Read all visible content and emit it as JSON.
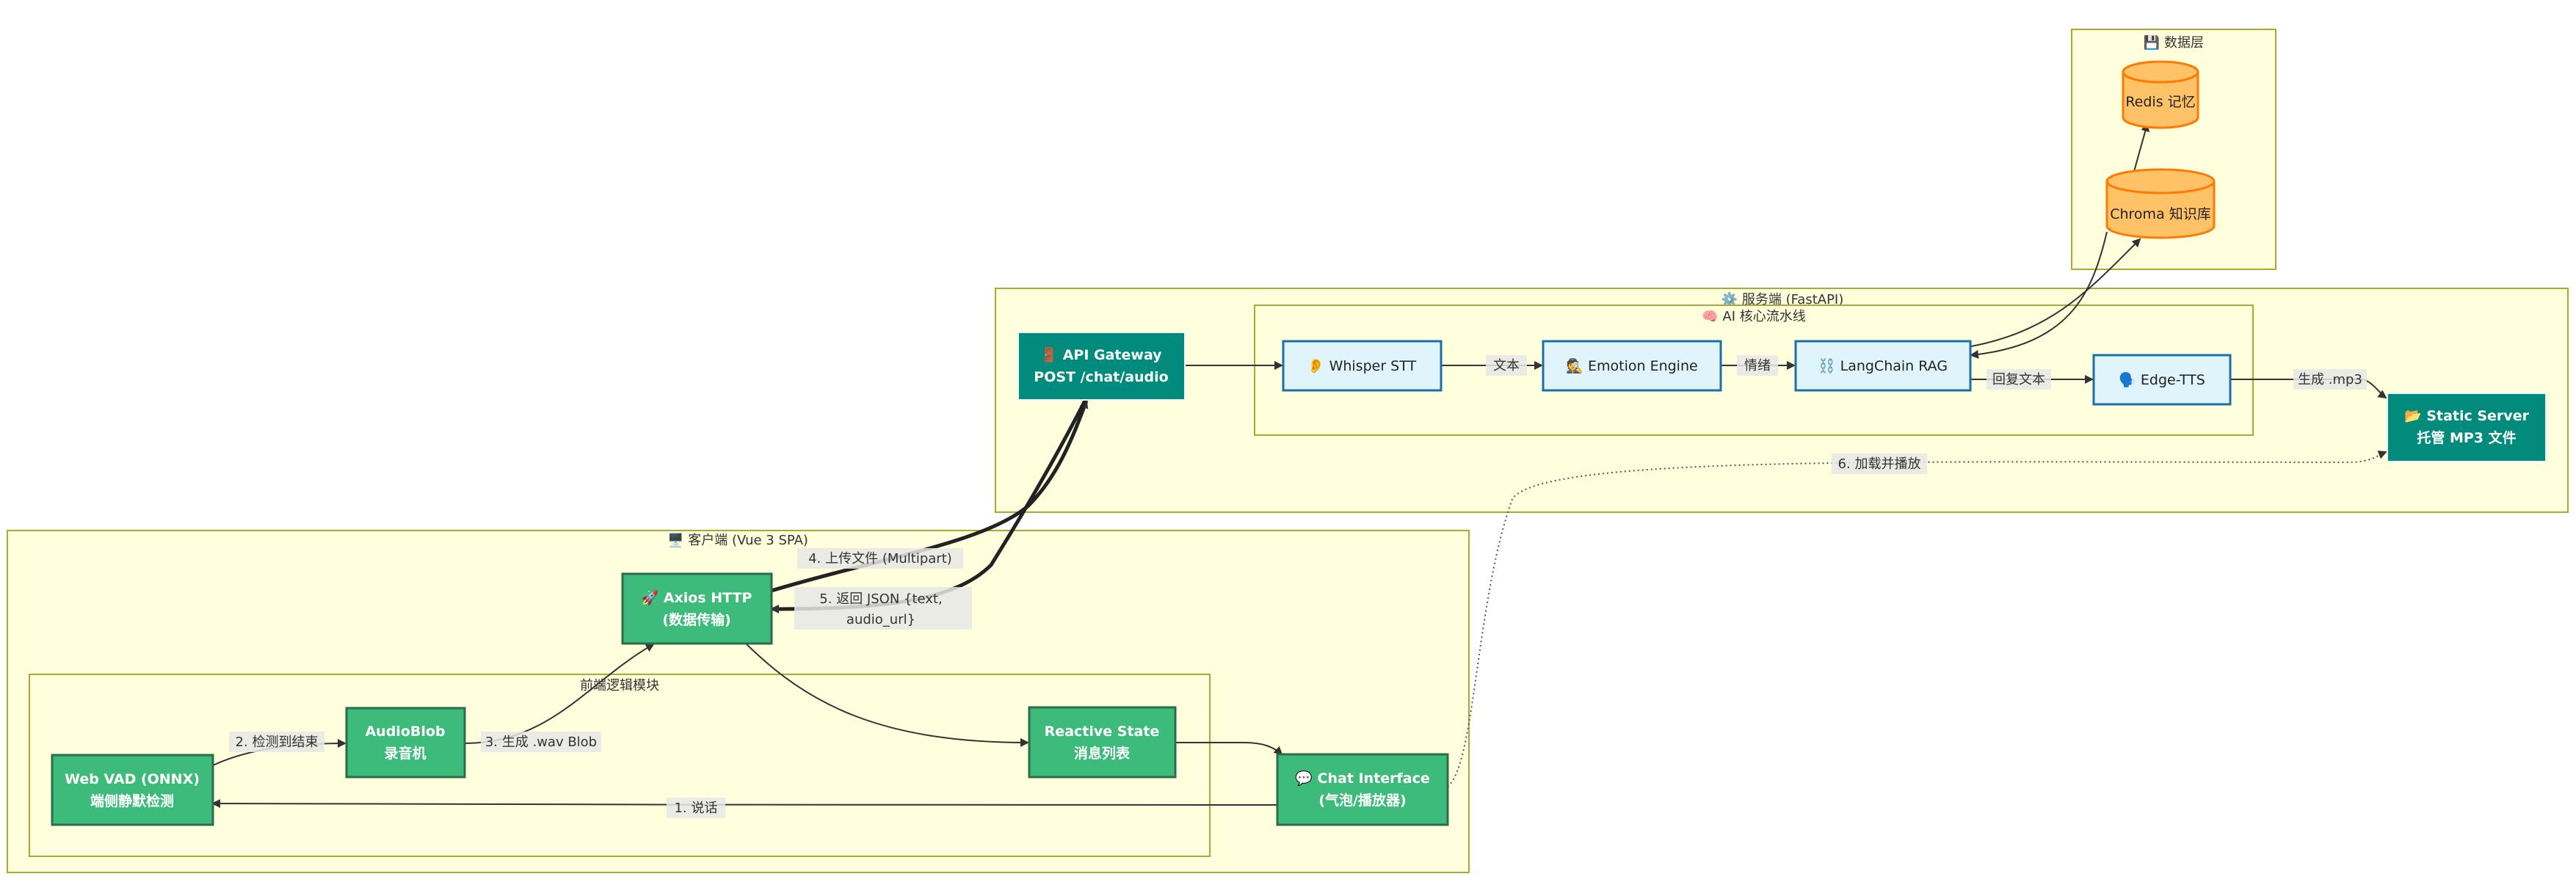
{
  "groups": {
    "data_layer": "💾 数据层",
    "server": "⚙️ 服务端 (FastAPI)",
    "ai_pipeline": "🧠 AI 核心流水线",
    "client": "🖥️ 客户端 (Vue 3 SPA)",
    "frontend_logic": "前端逻辑模块"
  },
  "nodes": {
    "redis": "Redis 记忆",
    "chroma": "Chroma 知识库",
    "api_gateway": [
      "🚪 API Gateway",
      "POST /chat/audio"
    ],
    "whisper": "👂 Whisper STT",
    "emotion": "🕵️ Emotion Engine",
    "langchain": "⛓️ LangChain RAG",
    "edge_tts": "🗣️ Edge-TTS",
    "static_server": [
      "📂 Static Server",
      "托管 MP3 文件"
    ],
    "axios": [
      "🚀 Axios HTTP",
      "(数据传输)"
    ],
    "reactive_state": [
      "Reactive State",
      "消息列表"
    ],
    "audioblob": [
      "AudioBlob",
      "录音机"
    ],
    "web_vad": [
      "Web VAD (ONNX)",
      "端侧静默检测"
    ],
    "chat_interface": [
      "💬 Chat Interface",
      "(气泡/播放器)"
    ]
  },
  "edge_labels": {
    "text": "文本",
    "emotion": "情绪",
    "reply_text": "回复文本",
    "gen_mp3": "生成 .mp3",
    "load_play": "6. 加载并播放",
    "upload": "4. 上传文件 (Multipart)",
    "return_json_1": "5. 返回 JSON {text,",
    "return_json_2": "audio_url}",
    "detect_end": "2. 检测到结束",
    "gen_wav": "3. 生成 .wav Blob",
    "speak": "1. 说话"
  },
  "colors": {
    "client_node": "#3dbb7b",
    "server_node": "#008b7d",
    "ai_node": "#e0f4fc",
    "db_node": "#ffc266",
    "group_fill": "#ffffde"
  }
}
